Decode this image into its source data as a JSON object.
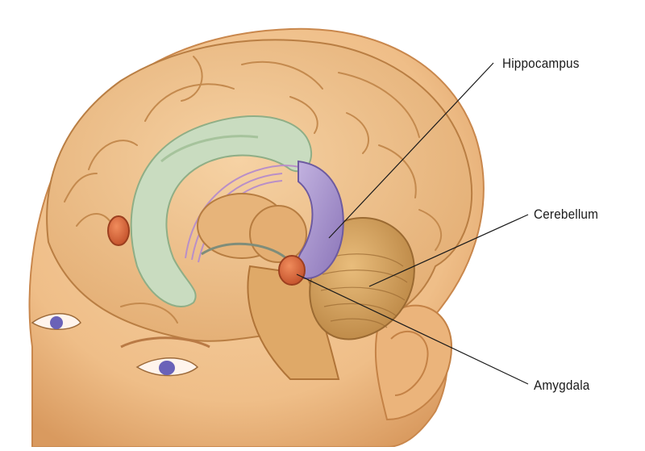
{
  "labels": {
    "hippocampus": "Hippocampus",
    "cerebellum": "Cerebellum",
    "amygdala": "Amygdala"
  },
  "colors": {
    "skin": "#f2c28f",
    "brain": "#efc18d",
    "hippocampus": "#a48fc8",
    "amygdala": "#d9633a",
    "ventricle": "#c9dcc0",
    "cerebellum": "#d8a560",
    "leader_line": "#1a1a1a"
  }
}
